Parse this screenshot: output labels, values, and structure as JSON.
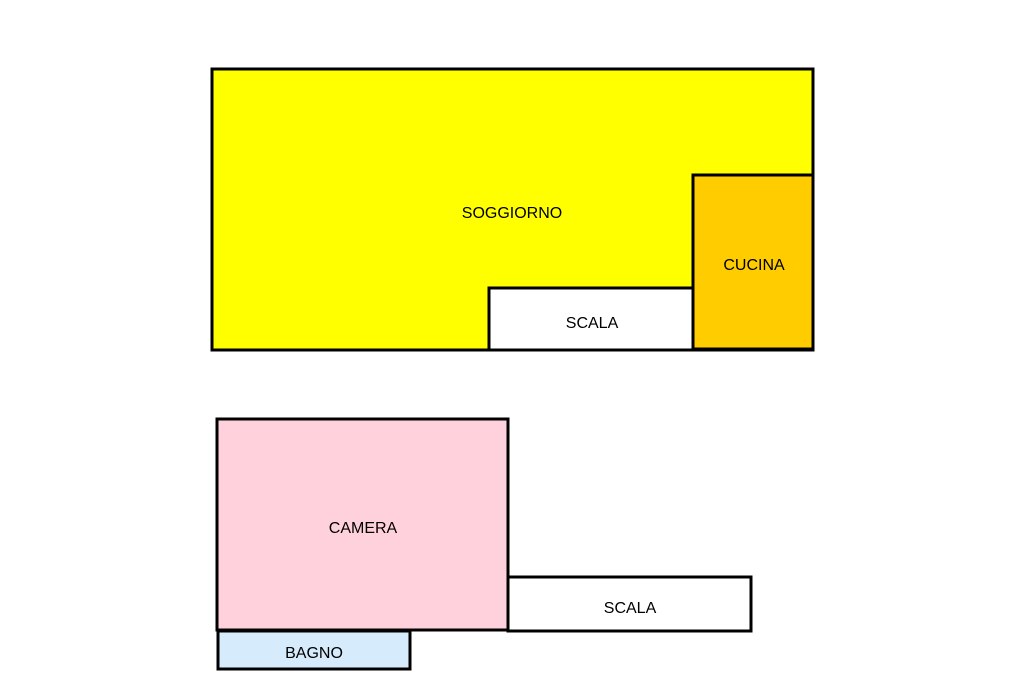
{
  "floor_plan": {
    "upper_floor": {
      "living_room": {
        "label": "SOGGIORNO",
        "color": "#FFFF00"
      },
      "kitchen": {
        "label": "CUCINA",
        "color": "#FFCC00"
      },
      "stairs": {
        "label": "SCALA",
        "color": "#FFFFFF"
      }
    },
    "lower_floor": {
      "bedroom": {
        "label": "CAMERA",
        "color": "#FFD1DC"
      },
      "bathroom": {
        "label": "BAGNO",
        "color": "#D6EBFB"
      },
      "stairs": {
        "label": "SCALA",
        "color": "#FFFFFF"
      }
    }
  }
}
